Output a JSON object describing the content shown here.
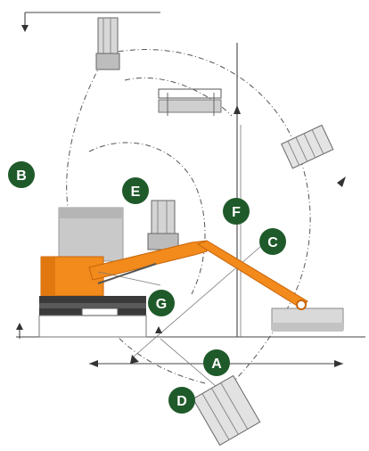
{
  "colors": {
    "badge": "#1f5a2a",
    "boom": "#f28a1c",
    "machine_grey": "#c9c9c9",
    "track": "#3a3a3a"
  },
  "labels": {
    "A": "A",
    "B": "B",
    "C": "C",
    "D": "D",
    "E": "E",
    "F": "F",
    "G": "G"
  }
}
